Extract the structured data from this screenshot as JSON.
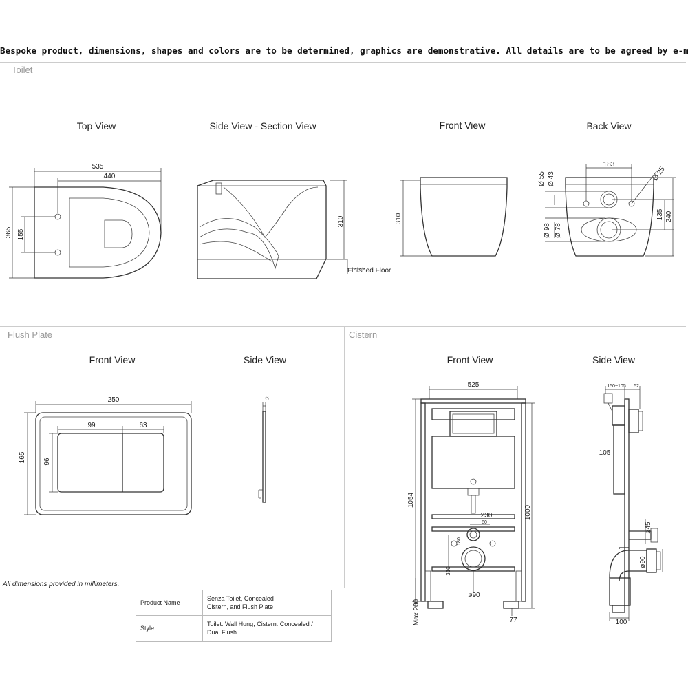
{
  "notice": "Bespoke product, dimensions, shapes and colors are to be determined, graphics are demonstrative. All details are to be agreed by e-mail.",
  "sections": {
    "toilet": {
      "title": "Toilet",
      "views": {
        "top": "Top View",
        "side": "Side View - Section View",
        "front": "Front View",
        "back": "Back View"
      },
      "dims": {
        "top_width_outer": "535",
        "top_width_inner": "440",
        "top_depth": "365",
        "top_hole_spacing": "155",
        "side_height": "310",
        "finished_floor": "Finished Floor",
        "front_height": "310",
        "back_width": "183",
        "back_d55": "Ø 55",
        "back_d43": "Ø 43",
        "back_d25": "Ø 25",
        "back_d98": "Ø 98",
        "back_d78": "Ø 78",
        "back_135": "135",
        "back_240": "240"
      }
    },
    "flush_plate": {
      "title": "Flush Plate",
      "views": {
        "front": "Front View",
        "side": "Side View"
      },
      "dims": {
        "width": "250",
        "height": "165",
        "btn_big": "99",
        "btn_small": "63",
        "btn_height": "96",
        "thickness": "6"
      }
    },
    "cistern": {
      "title": "Cistern",
      "views": {
        "front": "Front View",
        "side": "Side View"
      },
      "dims": {
        "width": "525",
        "height_total": "1054",
        "height_1000": "1000",
        "d230": "230",
        "d180": "180",
        "d80": "80",
        "d330": "330",
        "d90": "ø90",
        "max200": "Max 200",
        "d77": "77",
        "side_top_a": "150~105",
        "side_top_b": "52",
        "side_105": "105",
        "side_d45": "ø45",
        "side_d90": "ø90",
        "side_100": "100"
      }
    }
  },
  "dims_note": "All dimensions provided in millimeters.",
  "spec_table": [
    {
      "label": "Product Name",
      "value_line1": "Senza Toilet, Concealed",
      "value_line2": "Cistern, and Flush Plate"
    },
    {
      "label": "Style",
      "value_line1": "Toilet: Wall Hung, Cistern: Concealed /",
      "value_line2": "Dual Flush"
    }
  ]
}
